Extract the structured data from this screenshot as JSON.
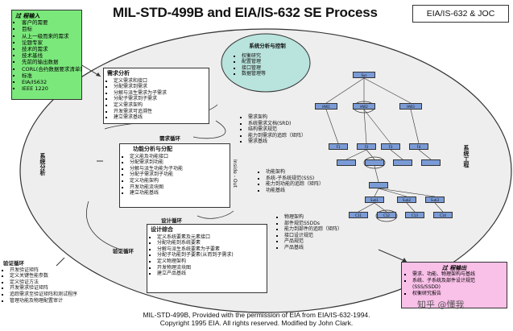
{
  "title": "MIL-STD-499B and EIA/IS-632 SE Process",
  "tag": "EIA/IS-632 & JOC",
  "process_input": {
    "heading": "过 程输入",
    "items": [
      "客户的需要",
      "目标",
      "从上一级而来的需求",
      "论题专家",
      "技术的需求",
      "技术基线",
      "先前的输出数据",
      "CORL(合约数据要求清单)",
      "标准",
      "EIA/IS632",
      "IEEE 1220"
    ]
  },
  "req_analysis": {
    "heading": "需求分析",
    "items": [
      "定义需求和接口",
      "分配需求到需求",
      "分解与派生需求为子需求",
      "分配子需求到子需求",
      "定义需求架构",
      "开发需求可追溯性",
      "建立需求基线"
    ]
  },
  "sys_analysis": {
    "heading": "系统分析与控制",
    "items": [
      "权衡研究",
      "配置管理",
      "接口管理",
      "数据管理等"
    ]
  },
  "func_analysis": {
    "heading": "功能分析与分配",
    "items": [
      "定义能及功能接口",
      "分配需求到功能",
      "分解与派生功能为子功能",
      "分配子需求到子功能",
      "定义功能架构",
      "开发功能流块图",
      "建立功能基线"
    ]
  },
  "synthesis": {
    "heading": "设计综合",
    "items": [
      "定义系统要素及元素接口",
      "分配功能到系统要素",
      "分解与派生系统要素为子要素",
      "分配子功能到子要素(从而到子需求)",
      "定义物理架构",
      "开发物理流块图",
      "建立产品基线"
    ]
  },
  "loops": {
    "req": "需求循环",
    "design": "设计循环",
    "verify": "验证循环"
  },
  "verify_list": {
    "heading": "验证循环",
    "items": [
      "开发验证矩阵",
      "定义关键性能参数",
      "定义验证方法",
      "开发需求验证矩阵",
      "追踪需求至验证矩阵和测试程序",
      "管理功能及物理配置审计"
    ]
  },
  "output_list": {
    "heading": "过 程输出",
    "items": [
      "需求、功能、物理架构与基线",
      "系统、子系统及部件设计规范(SSS/SSDD)",
      "权衡研究报告"
    ]
  },
  "mid_list_1": [
    "需求架构",
    "系统需求文档(SRD)",
    "结构需求规范",
    "能力到需求的追踪（矩阵）",
    "需求基线"
  ],
  "mid_list_2": [
    "功能架构",
    "系统-子系统规范(SSS)",
    "能力到功能的追踪（矩阵）",
    "功能基线"
  ],
  "mid_list_3": [
    "物理架构",
    "部件规范SSDDs",
    "能力到部件的追踪（矩阵）",
    "接口设计规范",
    "产品规范",
    "产品基线"
  ],
  "side_labels": {
    "left": "系统分析",
    "right": "系统工程",
    "inside_out": "Inside - Out"
  },
  "tree": {
    "top": "Sys",
    "l2": [
      "HW1",
      "HW2",
      "HW3"
    ],
    "l3": [
      "F1",
      "F2",
      "F3",
      "F4"
    ],
    "l4": [
      "Sub1",
      "Sub2",
      "Sub3"
    ],
    "l5": [
      "C11",
      "C12",
      "C13",
      "C14"
    ]
  },
  "footer": {
    "line1": "MIL-STD-499B, Provided with the permission of EIA from EIA/IS-632-1994.",
    "line2": "Copyright 1995 EIA.  All rights reserved.  Modified by John Clark."
  },
  "watermark": "知乎 @懂我"
}
